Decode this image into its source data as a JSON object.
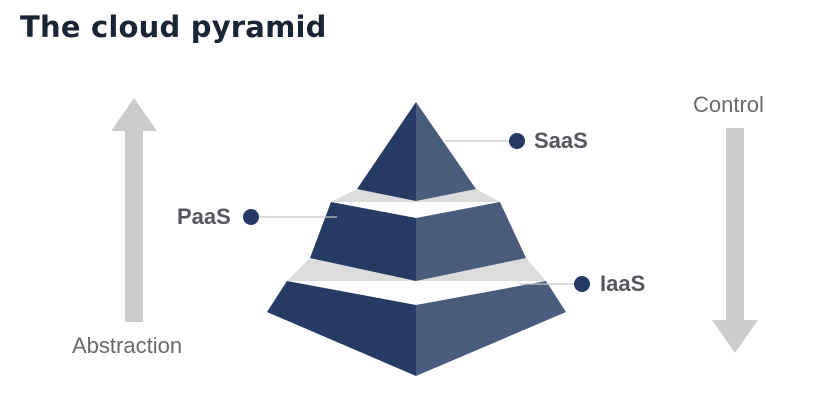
{
  "title": "The cloud pyramid",
  "layers": [
    {
      "label": "SaaS"
    },
    {
      "label": "PaaS"
    },
    {
      "label": "IaaS"
    }
  ],
  "left_arrow": {
    "label": "Abstraction",
    "direction": "up"
  },
  "right_arrow": {
    "label": "Control",
    "direction": "down"
  },
  "colors": {
    "pyramid_dark": "#253b63",
    "pyramid_light": "#4a5c7c",
    "band": "#dcdcdc",
    "arrow": "#cccccc",
    "dot": "#243963",
    "connector": "#c8c8c8",
    "title": "#1b2434"
  }
}
